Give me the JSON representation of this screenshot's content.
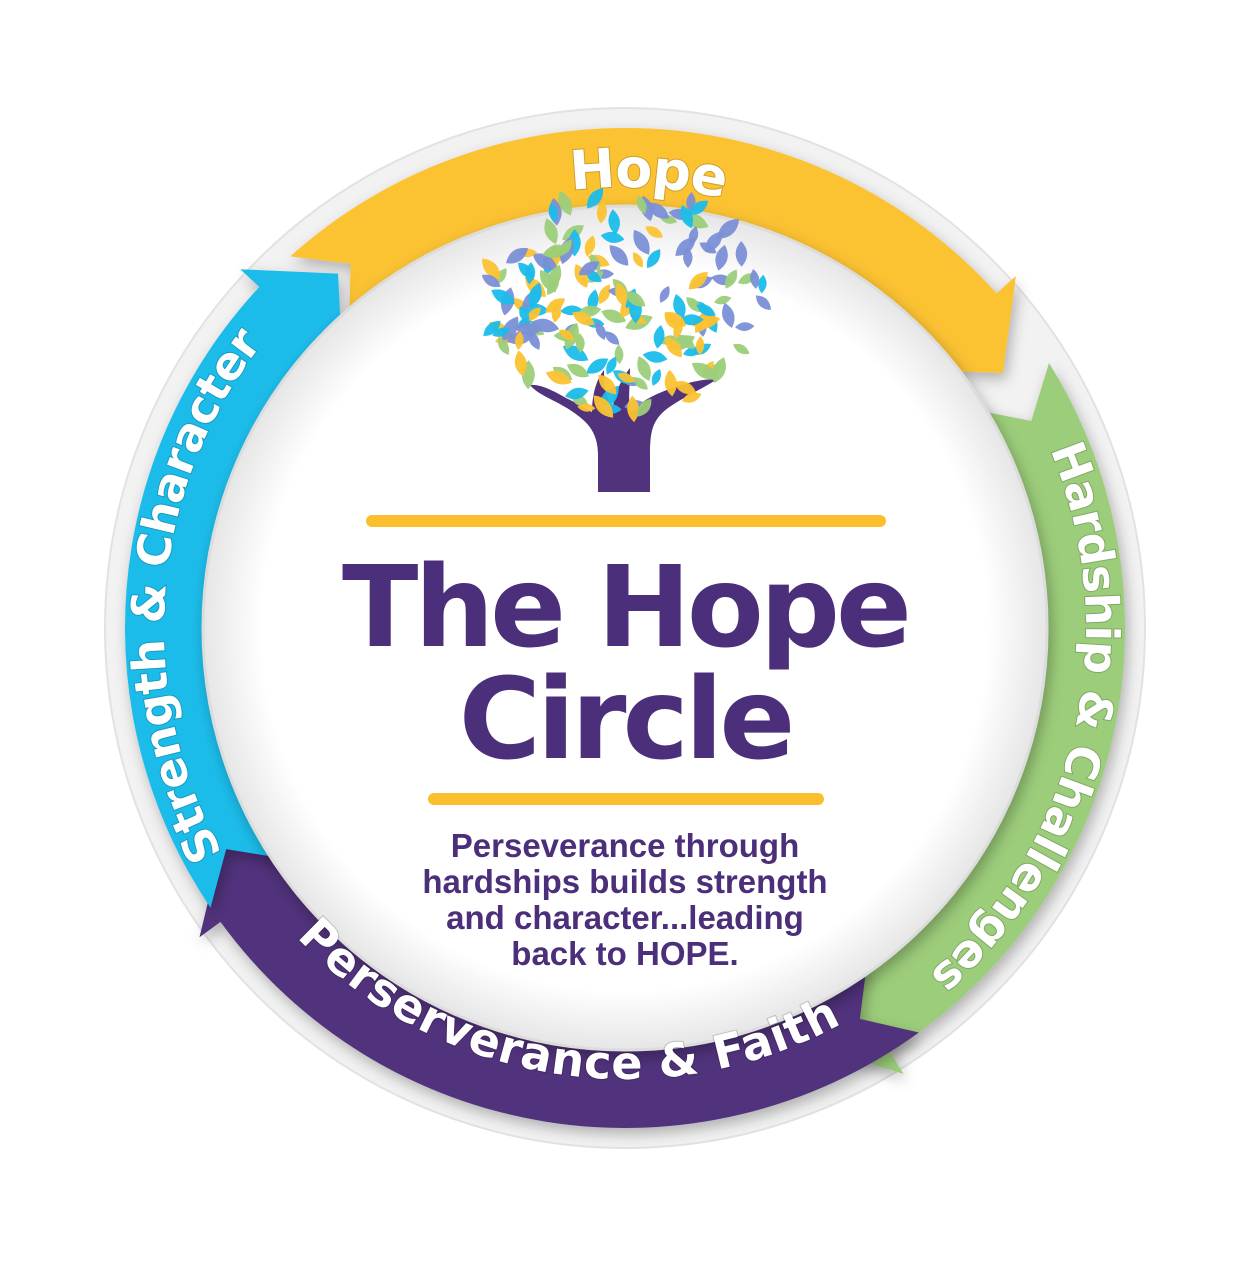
{
  "segments": [
    {
      "label": "Hope",
      "color": "#fbc232"
    },
    {
      "label": "Hardship & Challenges",
      "color": "#9ccd7a"
    },
    {
      "label": "Perserverance & Faith",
      "color": "#51327c"
    },
    {
      "label": "Strength & Character",
      "color": "#1bbcea"
    }
  ],
  "center": {
    "title_line1": "The Hope",
    "title_line2": "Circle",
    "tagline": [
      "Perseverance through",
      "hardships builds strength",
      "and character...leading",
      "back to HOPE."
    ]
  },
  "colors": {
    "title": "#4c2f7a",
    "accent_bar": "#fbbf2e",
    "trunk": "#51327c",
    "leaves": [
      "#fbc232",
      "#9ccd7a",
      "#1bbcea",
      "#7a8fd6"
    ]
  },
  "icons": {
    "tree": "tree-with-hands-icon"
  }
}
